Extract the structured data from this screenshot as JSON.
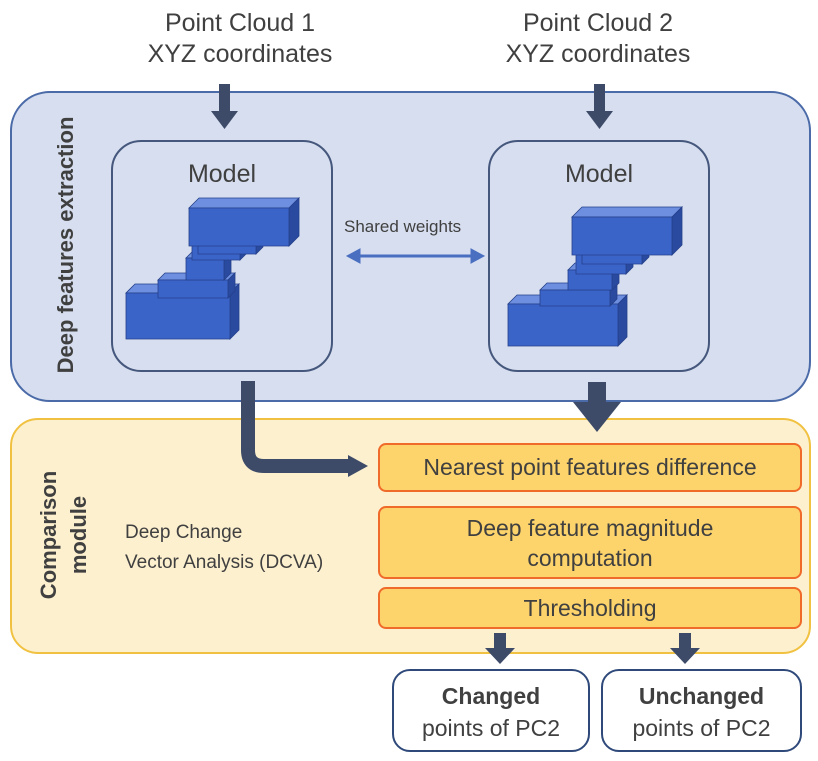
{
  "inputs": {
    "pc1": {
      "line1": "Point Cloud 1",
      "line2": "XYZ coordinates"
    },
    "pc2": {
      "line1": "Point Cloud 2",
      "line2": "XYZ coordinates"
    }
  },
  "extraction": {
    "section_label": "Deep features extraction",
    "model_left_title": "Model",
    "model_right_title": "Model",
    "shared_weights_label": "Shared weights"
  },
  "comparison": {
    "section_label": "Comparison module",
    "method_line1": "Deep Change",
    "method_line2": "Vector Analysis (DCVA)",
    "steps": [
      {
        "label": "Nearest point features difference"
      },
      {
        "label1": "Deep feature magnitude",
        "label2": "computation"
      },
      {
        "label": "Thresholding"
      }
    ]
  },
  "outputs": {
    "changed": {
      "title": "Changed",
      "subtitle": "points of PC2"
    },
    "unchanged": {
      "title": "Unchanged",
      "subtitle": "points of PC2"
    }
  },
  "colors": {
    "extraction_fill": "#d6deef",
    "extraction_border": "#4a6aa8",
    "comparison_fill": "#fdf0cf",
    "comparison_border": "#f1c242",
    "step_fill": "#fdd46c",
    "step_border": "#f06a2a",
    "arrow": "#3d4b68",
    "block_blue": "#3b64c8"
  }
}
